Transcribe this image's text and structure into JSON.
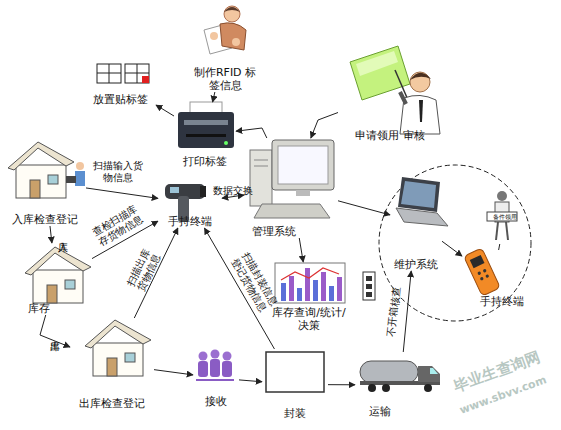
{
  "diagram": {
    "nodes": [
      {
        "text": [
          "放置贴标签"
        ]
      },
      {
        "text": [
          "制作RFID 标签信息"
        ]
      },
      {
        "text": [
          "打印标签"
        ]
      },
      {
        "text": [
          "申请领用 审核"
        ]
      },
      {
        "text": [
          "入库检查登记"
        ]
      },
      {
        "text": [
          "手持终端"
        ]
      },
      {
        "text": [
          "管理系统"
        ]
      },
      {
        "text": [
          "库存"
        ]
      },
      {
        "text": [
          "库存查询/统计/决策"
        ]
      },
      {
        "text": [
          "维护系统"
        ]
      },
      {
        "text": [
          "备件领用"
        ]
      },
      {
        "text": [
          "手持终端"
        ]
      },
      {
        "text": [
          "出库检查登记"
        ]
      },
      {
        "text": [
          "接收"
        ]
      },
      {
        "text": [
          "封装"
        ]
      },
      {
        "text": [
          "运输"
        ]
      }
    ],
    "edges": [
      {
        "from": 2,
        "to": 0,
        "arrow": "to"
      },
      {
        "from": 1,
        "to": 2,
        "arrow": "to"
      },
      {
        "from": 6,
        "to": 2,
        "arrow": "to"
      },
      {
        "from": 3,
        "to": 6,
        "arrow": "to"
      },
      {
        "from": 4,
        "to": 5,
        "label": "扫描输入货物信息",
        "arrow": "to"
      },
      {
        "from": 5,
        "to": 6,
        "label": "数据交换",
        "arrow": "both"
      },
      {
        "from": 4,
        "to": 7,
        "label": "入库",
        "arrow": "to"
      },
      {
        "from": 7,
        "to": 5,
        "label": "查检扫描库存货物信息",
        "arrow": "to"
      },
      {
        "from": 7,
        "to": 12,
        "label": "出库",
        "arrow": "to"
      },
      {
        "from": 12,
        "to": 5,
        "label": "扫描出库货物信息",
        "arrow": "to"
      },
      {
        "from": 14,
        "to": 5,
        "label": "扫描封装信息 登记货物信息",
        "arrow": "to"
      },
      {
        "from": 12,
        "to": 13,
        "arrow": "to"
      },
      {
        "from": 13,
        "to": 14,
        "arrow": "to"
      },
      {
        "from": 14,
        "to": 15,
        "arrow": "to"
      },
      {
        "from": 15,
        "to": 9,
        "label": "不开箱核查",
        "arrow": "to"
      },
      {
        "from": 6,
        "to": 8,
        "arrow": "to"
      },
      {
        "from": 6,
        "to": 9,
        "arrow": "to"
      },
      {
        "from": 9,
        "to": 11,
        "arrow": "to"
      },
      {
        "from": 10,
        "to": 11,
        "arrow": "none"
      }
    ],
    "labels": [
      "毕业生查询网",
      "www.sbvv.com"
    ]
  }
}
